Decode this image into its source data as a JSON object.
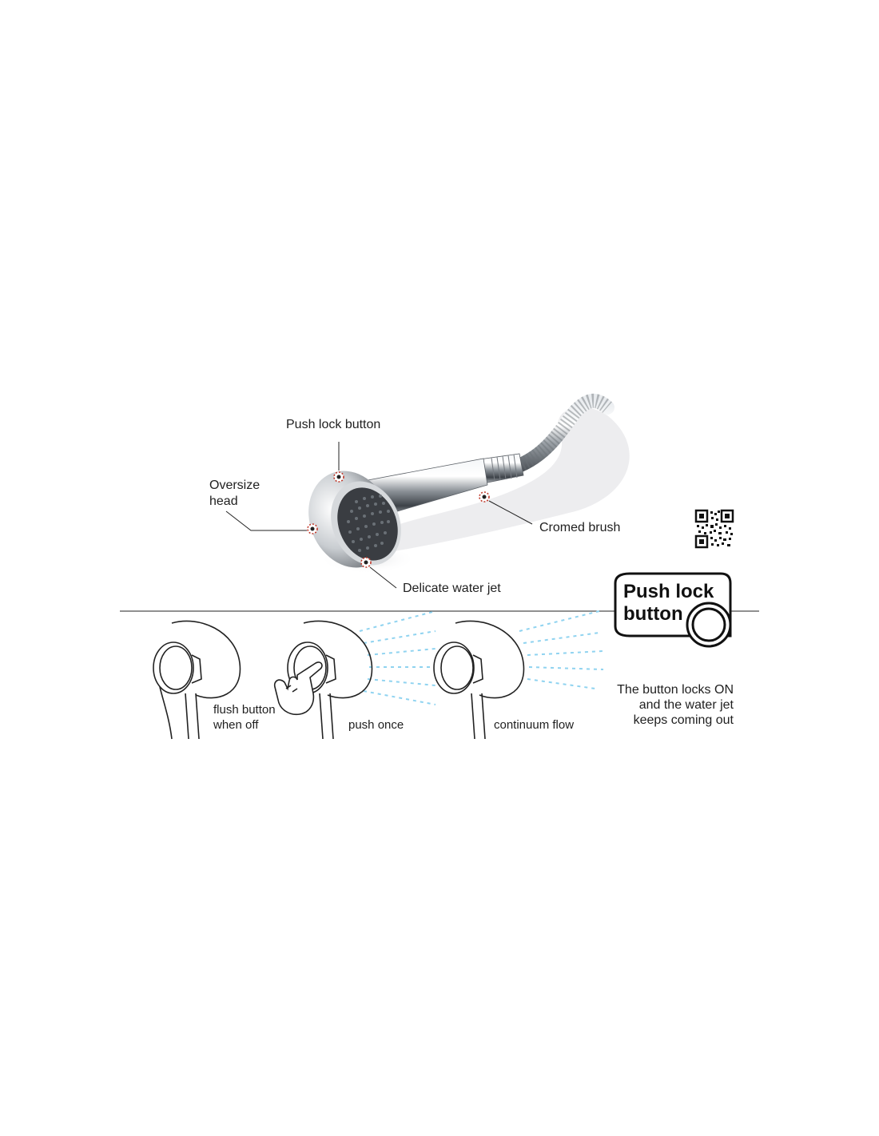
{
  "callouts": {
    "push_lock": "Push lock button",
    "oversize_line1": "Oversize",
    "oversize_line2": "head",
    "cromed_brush": "Cromed brush",
    "delicate_jet": "Delicate water jet"
  },
  "badge": {
    "line1": "Push lock",
    "line2": "button"
  },
  "steps": [
    {
      "caption_line1": "flush button",
      "caption_line2": "when off"
    },
    {
      "caption_line1": "push once"
    },
    {
      "caption_line1": "continuum flow"
    }
  ],
  "note": {
    "line1": "The button locks ON",
    "line2": "and the water jet",
    "line3": "keeps coming out"
  },
  "colors": {
    "marker": "#c0392b",
    "water": "#8fd3f0",
    "chrome_dark": "#3a3d42",
    "line": "#222222"
  }
}
